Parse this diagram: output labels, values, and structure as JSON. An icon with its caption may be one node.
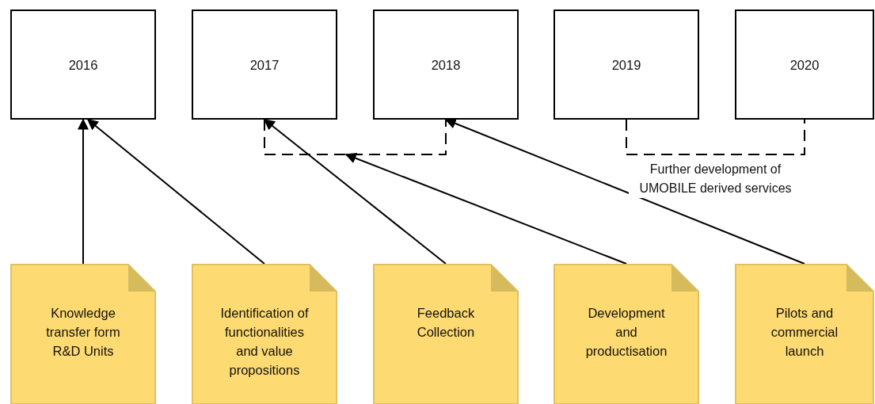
{
  "diagram": {
    "nodes": [
      {
        "text": [
          "2016"
        ]
      },
      {
        "text": [
          "2017"
        ]
      },
      {
        "text": [
          "2018"
        ]
      },
      {
        "text": [
          "2019"
        ]
      },
      {
        "text": [
          "2020"
        ]
      },
      {
        "text": [
          "Knowledge transfer form R&D Units"
        ]
      },
      {
        "text": [
          "Identification of functionalities and value propositions"
        ]
      },
      {
        "text": [
          "Feedback Collection"
        ]
      },
      {
        "text": [
          "Development and productisation"
        ]
      },
      {
        "text": [
          "Pilots and commercial launch"
        ]
      }
    ],
    "edges": [
      {
        "from": 5,
        "to": 0,
        "arrow": "to"
      },
      {
        "from": 6,
        "to": 0,
        "arrow": "to"
      },
      {
        "from": 7,
        "to": 1,
        "arrow": "to"
      },
      {
        "from": 8,
        "to": null,
        "arrow": "to"
      },
      {
        "from": 9,
        "to": 2,
        "arrow": "to"
      },
      {
        "from": 1,
        "to": 2,
        "arrow": "none",
        "style": "dashed"
      },
      {
        "from": 3,
        "to": 4,
        "arrow": "none",
        "style": "dashed",
        "label": "Further development of UMOBILE derived services"
      }
    ]
  }
}
